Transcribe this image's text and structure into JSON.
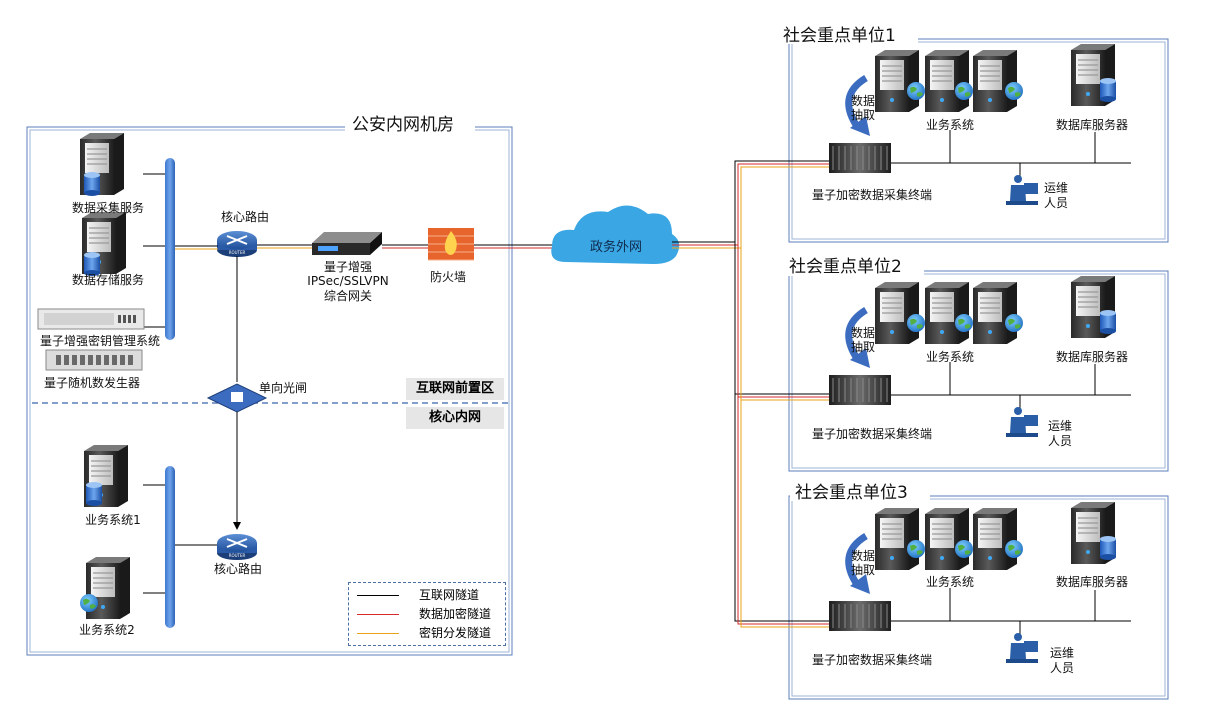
{
  "police": {
    "title": "公安内网机房",
    "servers": [
      "数据采集服务",
      "数据存储服务"
    ],
    "kms": "量子增强密钥管理系统",
    "qrng": "量子随机数发生器",
    "core_router_top": "核心路由",
    "vpn_line1": "量子增强",
    "vpn_line2": "IPSec/SSLVPN",
    "vpn_line3": "综合网关",
    "firewall": "防火墙",
    "gap": "单向光闸",
    "zone_front": "互联网前置区",
    "zone_core": "核心内网",
    "biz1": "业务系统1",
    "biz2": "业务系统2",
    "core_router_bottom": "核心路由"
  },
  "cloud": "政务外网",
  "router_text": "ROUTER",
  "legend": [
    {
      "label": "互联网隧道",
      "color": "#000000"
    },
    {
      "label": "数据加密隧道",
      "color": "#d62b2b"
    },
    {
      "label": "密钥分发隧道",
      "color": "#e8a317"
    }
  ],
  "units": [
    {
      "title": "社会重点单位1",
      "extract_1": "数据",
      "extract_2": "抽取",
      "biz": "业务系统",
      "db": "数据库服务器",
      "terminal": "量子加密数据采集终端",
      "ops_1": "运维",
      "ops_2": "人员"
    },
    {
      "title": "社会重点单位2",
      "extract_1": "数据",
      "extract_2": "抽取",
      "biz": "业务系统",
      "db": "数据库服务器",
      "terminal": "量子加密数据采集终端",
      "ops_1": "运维",
      "ops_2": "人员"
    },
    {
      "title": "社会重点单位3",
      "extract_1": "数据",
      "extract_2": "抽取",
      "biz": "业务系统",
      "db": "数据库服务器",
      "terminal": "量子加密数据采集终端",
      "ops_1": "运维",
      "ops_2": "人员"
    }
  ]
}
